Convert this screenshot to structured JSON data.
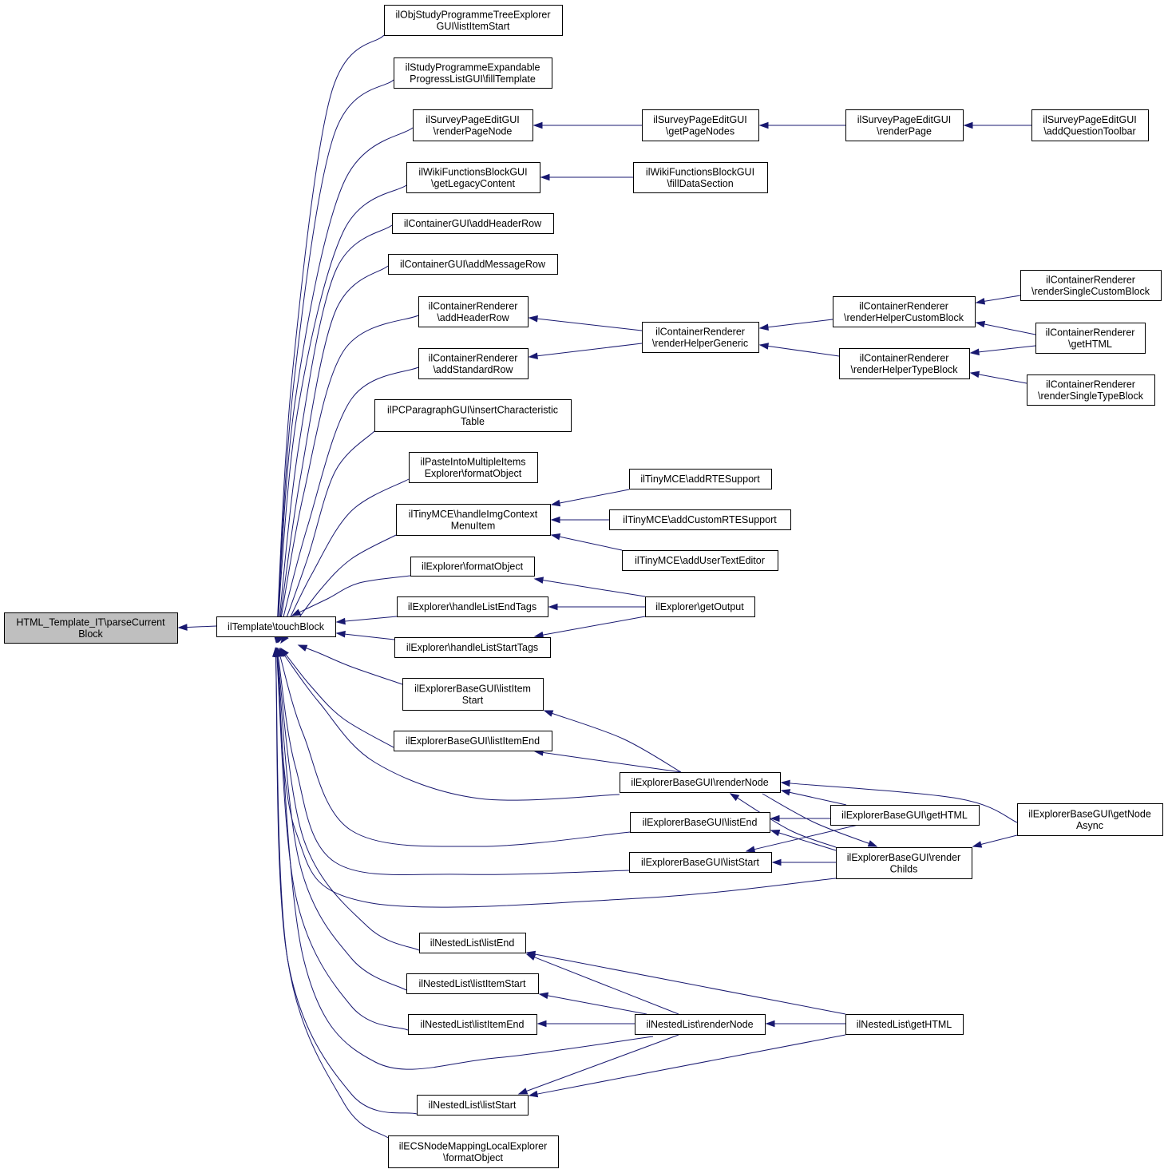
{
  "diagram": {
    "type": "call-graph",
    "nodes": [
      {
        "id": "root",
        "lines": [
          "HTML_Template_IT\\parseCurrent",
          "Block"
        ],
        "highlight": true
      },
      {
        "id": "touch",
        "lines": [
          "ilTemplate\\touchBlock"
        ]
      },
      {
        "id": "n1",
        "lines": [
          "ilObjStudyProgrammeTreeExplorer",
          "GUI\\listItemStart"
        ]
      },
      {
        "id": "n2",
        "lines": [
          "ilStudyProgrammeExpandable",
          "ProgressListGUI\\fillTemplate"
        ]
      },
      {
        "id": "n3",
        "lines": [
          "ilSurveyPageEditGUI",
          "\\renderPageNode"
        ]
      },
      {
        "id": "n3a",
        "lines": [
          "ilSurveyPageEditGUI",
          "\\getPageNodes"
        ]
      },
      {
        "id": "n3b",
        "lines": [
          "ilSurveyPageEditGUI",
          "\\renderPage"
        ]
      },
      {
        "id": "n3c",
        "lines": [
          "ilSurveyPageEditGUI",
          "\\addQuestionToolbar"
        ]
      },
      {
        "id": "n4",
        "lines": [
          "ilWikiFunctionsBlockGUI",
          "\\getLegacyContent"
        ]
      },
      {
        "id": "n4a",
        "lines": [
          "ilWikiFunctionsBlockGUI",
          "\\fillDataSection"
        ]
      },
      {
        "id": "n5",
        "lines": [
          "ilContainerGUI\\addHeaderRow"
        ]
      },
      {
        "id": "n6",
        "lines": [
          "ilContainerGUI\\addMessageRow"
        ]
      },
      {
        "id": "n7",
        "lines": [
          "ilContainerRenderer",
          "\\addHeaderRow"
        ]
      },
      {
        "id": "n8",
        "lines": [
          "ilContainerRenderer",
          "\\addStandardRow"
        ]
      },
      {
        "id": "n9",
        "lines": [
          "ilContainerRenderer",
          "\\renderHelperGeneric"
        ]
      },
      {
        "id": "n10",
        "lines": [
          "ilContainerRenderer",
          "\\renderHelperCustomBlock"
        ]
      },
      {
        "id": "n11",
        "lines": [
          "ilContainerRenderer",
          "\\renderHelperTypeBlock"
        ]
      },
      {
        "id": "n12",
        "lines": [
          "ilContainerRenderer",
          "\\renderSingleCustomBlock"
        ]
      },
      {
        "id": "n13",
        "lines": [
          "ilContainerRenderer",
          "\\getHTML"
        ]
      },
      {
        "id": "n14",
        "lines": [
          "ilContainerRenderer",
          "\\renderSingleTypeBlock"
        ]
      },
      {
        "id": "n15",
        "lines": [
          "ilPCParagraphGUI\\insertCharacteristic",
          "Table"
        ]
      },
      {
        "id": "n16",
        "lines": [
          "ilPasteIntoMultipleItems",
          "Explorer\\formatObject"
        ]
      },
      {
        "id": "n17",
        "lines": [
          "ilTinyMCE\\handleImgContext",
          "MenuItem"
        ]
      },
      {
        "id": "n17a",
        "lines": [
          "ilTinyMCE\\addRTESupport"
        ]
      },
      {
        "id": "n17b",
        "lines": [
          "ilTinyMCE\\addCustomRTESupport"
        ]
      },
      {
        "id": "n17c",
        "lines": [
          "ilTinyMCE\\addUserTextEditor"
        ]
      },
      {
        "id": "n18",
        "lines": [
          "ilExplorer\\formatObject"
        ]
      },
      {
        "id": "n19",
        "lines": [
          "ilExplorer\\handleListEndTags"
        ]
      },
      {
        "id": "n20",
        "lines": [
          "ilExplorer\\handleListStartTags"
        ]
      },
      {
        "id": "n21",
        "lines": [
          "ilExplorer\\getOutput"
        ]
      },
      {
        "id": "n22",
        "lines": [
          "ilExplorerBaseGUI\\listItem",
          "Start"
        ]
      },
      {
        "id": "n23",
        "lines": [
          "ilExplorerBaseGUI\\listItemEnd"
        ]
      },
      {
        "id": "n24",
        "lines": [
          "ilExplorerBaseGUI\\renderNode"
        ]
      },
      {
        "id": "n25",
        "lines": [
          "ilExplorerBaseGUI\\listEnd"
        ]
      },
      {
        "id": "n26",
        "lines": [
          "ilExplorerBaseGUI\\listStart"
        ]
      },
      {
        "id": "n27",
        "lines": [
          "ilExplorerBaseGUI\\getHTML"
        ]
      },
      {
        "id": "n28",
        "lines": [
          "ilExplorerBaseGUI\\render",
          "Childs"
        ]
      },
      {
        "id": "n29",
        "lines": [
          "ilExplorerBaseGUI\\getNode",
          "Async"
        ]
      },
      {
        "id": "n30",
        "lines": [
          "ilNestedList\\listEnd"
        ]
      },
      {
        "id": "n31",
        "lines": [
          "ilNestedList\\listItemStart"
        ]
      },
      {
        "id": "n32",
        "lines": [
          "ilNestedList\\listItemEnd"
        ]
      },
      {
        "id": "n33",
        "lines": [
          "ilNestedList\\renderNode"
        ]
      },
      {
        "id": "n34",
        "lines": [
          "ilNestedList\\getHTML"
        ]
      },
      {
        "id": "n35",
        "lines": [
          "ilNestedList\\listStart"
        ]
      },
      {
        "id": "n36",
        "lines": [
          "ilECSNodeMappingLocalExplorer",
          "\\formatObject"
        ]
      }
    ],
    "edges": [
      {
        "from": "touch",
        "to": "root"
      },
      {
        "from": "n1",
        "to": "touch"
      },
      {
        "from": "n2",
        "to": "touch"
      },
      {
        "from": "n3",
        "to": "touch"
      },
      {
        "from": "n4",
        "to": "touch"
      },
      {
        "from": "n5",
        "to": "touch"
      },
      {
        "from": "n6",
        "to": "touch"
      },
      {
        "from": "n7",
        "to": "touch"
      },
      {
        "from": "n8",
        "to": "touch"
      },
      {
        "from": "n15",
        "to": "touch"
      },
      {
        "from": "n16",
        "to": "touch"
      },
      {
        "from": "n17",
        "to": "touch"
      },
      {
        "from": "n18",
        "to": "touch"
      },
      {
        "from": "n19",
        "to": "touch"
      },
      {
        "from": "n20",
        "to": "touch"
      },
      {
        "from": "n22",
        "to": "touch"
      },
      {
        "from": "n23",
        "to": "touch"
      },
      {
        "from": "n24",
        "to": "touch"
      },
      {
        "from": "n25",
        "to": "touch"
      },
      {
        "from": "n26",
        "to": "touch"
      },
      {
        "from": "n28",
        "to": "touch"
      },
      {
        "from": "n30",
        "to": "touch"
      },
      {
        "from": "n31",
        "to": "touch"
      },
      {
        "from": "n32",
        "to": "touch"
      },
      {
        "from": "n33",
        "to": "touch"
      },
      {
        "from": "n35",
        "to": "touch"
      },
      {
        "from": "n36",
        "to": "touch"
      },
      {
        "from": "n3a",
        "to": "n3"
      },
      {
        "from": "n3b",
        "to": "n3a"
      },
      {
        "from": "n3c",
        "to": "n3b"
      },
      {
        "from": "n4a",
        "to": "n4"
      },
      {
        "from": "n9",
        "to": "n7"
      },
      {
        "from": "n9",
        "to": "n8"
      },
      {
        "from": "n10",
        "to": "n9"
      },
      {
        "from": "n11",
        "to": "n9"
      },
      {
        "from": "n12",
        "to": "n10"
      },
      {
        "from": "n13",
        "to": "n10"
      },
      {
        "from": "n13",
        "to": "n11"
      },
      {
        "from": "n14",
        "to": "n11"
      },
      {
        "from": "n17a",
        "to": "n17"
      },
      {
        "from": "n17b",
        "to": "n17"
      },
      {
        "from": "n17c",
        "to": "n17"
      },
      {
        "from": "n21",
        "to": "n18"
      },
      {
        "from": "n21",
        "to": "n19"
      },
      {
        "from": "n21",
        "to": "n20"
      },
      {
        "from": "n24",
        "to": "n22"
      },
      {
        "from": "n24",
        "to": "n23"
      },
      {
        "from": "n27",
        "to": "n24"
      },
      {
        "from": "n28",
        "to": "n24"
      },
      {
        "from": "n29",
        "to": "n24"
      },
      {
        "from": "n27",
        "to": "n25"
      },
      {
        "from": "n28",
        "to": "n25"
      },
      {
        "from": "n27",
        "to": "n26"
      },
      {
        "from": "n28",
        "to": "n26"
      },
      {
        "from": "n24",
        "to": "n28"
      },
      {
        "from": "n29",
        "to": "n28"
      },
      {
        "from": "n33",
        "to": "n30"
      },
      {
        "from": "n34",
        "to": "n30"
      },
      {
        "from": "n33",
        "to": "n31"
      },
      {
        "from": "n33",
        "to": "n32"
      },
      {
        "from": "n34",
        "to": "n33"
      },
      {
        "from": "n33",
        "to": "n35"
      },
      {
        "from": "n34",
        "to": "n35"
      }
    ]
  }
}
